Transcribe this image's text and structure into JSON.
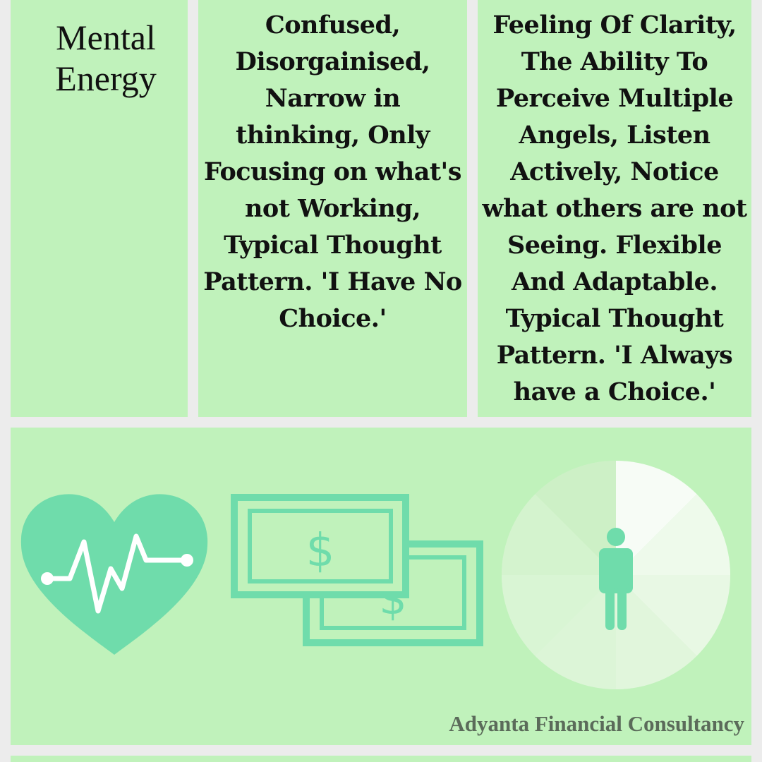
{
  "row": {
    "title": "Mental Energy",
    "low_state": "Confused, Disorgainised, Narrow in thinking, Only Focusing on what's not Working, Typical Thought Pattern. 'I Have No Choice.'",
    "high_state": "Feeling Of Clarity, The Ability To Perceive Multiple Angels, Listen Actively, Notice what others are not Seeing. Flexible And Adaptable. Typical Thought Pattern. 'I Always have a Choice.'"
  },
  "icons": {
    "health": "heartbeat-icon",
    "money": "money-bills-icon",
    "time": "person-clock-icon"
  },
  "colors": {
    "panel": "#c0f2bb",
    "accent": "#6fdcab",
    "gap": "#ececec"
  },
  "footer": {
    "brand": "Adyanta Financial Consultancy"
  }
}
